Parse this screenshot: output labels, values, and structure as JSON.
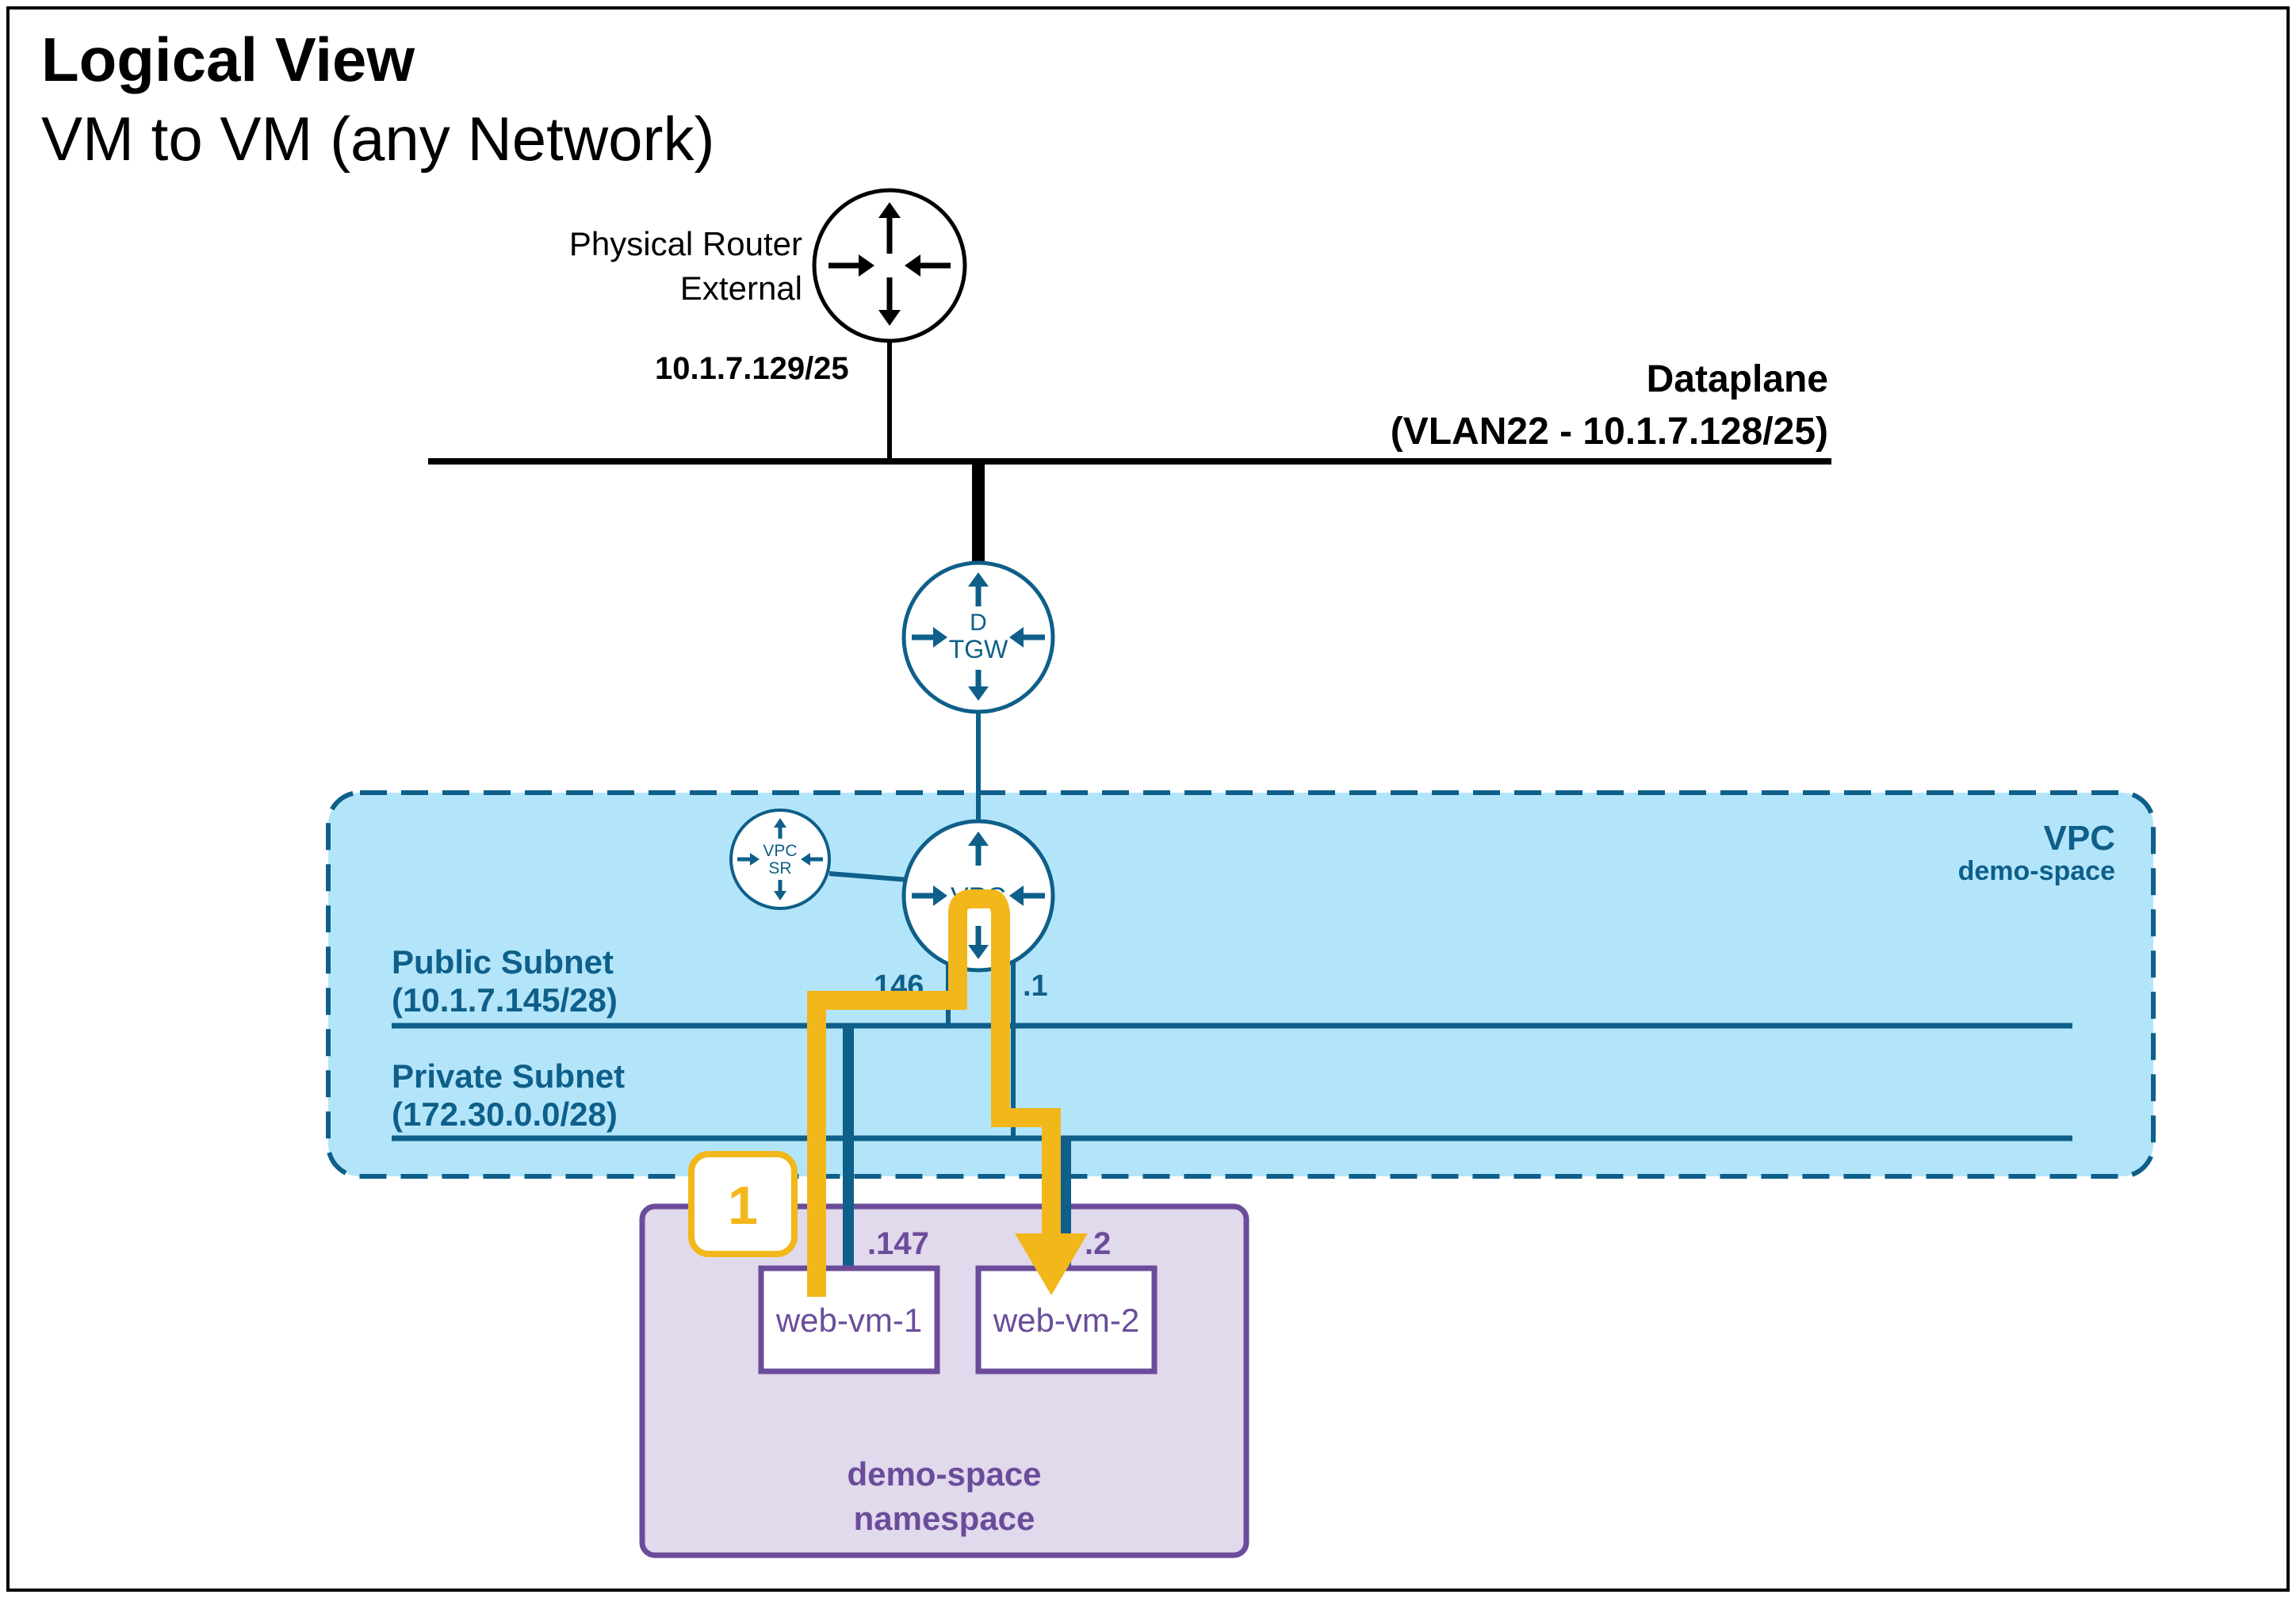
{
  "title": "Logical View",
  "subtitle": "VM to VM (any Network)",
  "physical_router": {
    "label_line1": "Physical Router",
    "label_line2": "External",
    "ip": "10.1.7.129/25"
  },
  "dataplane": {
    "label_line1": "Dataplane",
    "label_line2": "(VLAN22 - 10.1.7.128/25)"
  },
  "tgw": {
    "label_line1": "D",
    "label_line2": "TGW"
  },
  "vpc": {
    "label": "VPC",
    "sublabel": "demo-space",
    "router_label": "VPC",
    "sr_label_line1": "VPC",
    "sr_label_line2": "SR"
  },
  "public_subnet": {
    "label_line1": "Public Subnet",
    "label_line2": "(10.1.7.145/28)",
    "router_ip": "146"
  },
  "private_subnet": {
    "label_line1": "Private Subnet",
    "label_line2": "(172.30.0.0/28)",
    "router_ip": ".1"
  },
  "namespace": {
    "label_line1": "demo-space",
    "label_line2": "namespace"
  },
  "vms": [
    {
      "name": "web-vm-1",
      "ip": ".147"
    },
    {
      "name": "web-vm-2",
      "ip": ".2"
    }
  ],
  "flow_step": "1",
  "colors": {
    "vpc_blue": "#0e5f89",
    "vpc_fill": "#b3e5fa",
    "namespace_purple": "#6b4c9a",
    "namespace_fill": "#e1d9ec",
    "flow_yellow": "#f2b71b",
    "black": "#000000"
  }
}
